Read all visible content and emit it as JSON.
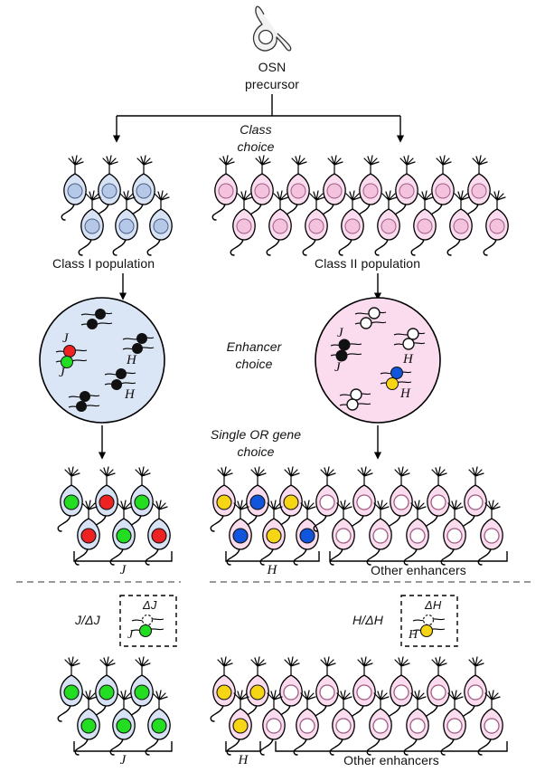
{
  "figure": {
    "title": "OSN differentiation: class choice, enhancer choice and single OR gene choice",
    "background": "#ffffff"
  },
  "labels": {
    "precursor_line1": "OSN",
    "precursor_line2": "precursor",
    "class_choice_line1": "Class",
    "class_choice_line2": "choice",
    "class_i_population": "Class I population",
    "class_ii_population": "Class II population",
    "enhancer_choice_line1": "Enhancer",
    "enhancer_choice_line2": "choice",
    "single_or_line1": "Single OR gene",
    "single_or_line2": "choice",
    "bracket_j": "J",
    "bracket_h": "H",
    "bracket_other": "Other enhancers",
    "mutant_j": "J/ΔJ",
    "mutant_h": "H/ΔH",
    "delta_j": "ΔJ",
    "delta_h": "ΔH",
    "allele_j": "J",
    "allele_h": "H",
    "nucleus_j_top": "J",
    "nucleus_j_bottom": "J",
    "nucleus_h_top": "H",
    "nucleus_h_bottom": "H"
  },
  "colors": {
    "class_i_body": "#d7e2f4",
    "class_i_nucleus": "#b6c8e8",
    "class_ii_body": "#fadcee",
    "class_ii_nucleus": "#f3c3de",
    "class_i_circle": "#dae5f6",
    "class_ii_circle": "#fbdcef",
    "outline": "#000000",
    "red": "#ee2222",
    "green": "#22dd22",
    "blue": "#1155dd",
    "yellow": "#f5d514",
    "black": "#111111",
    "white": "#ffffff",
    "divider": "#999999"
  },
  "chart_data": {
    "type": "diagram",
    "title": "OSN precursor lineage diagram",
    "stages": [
      {
        "name": "OSN precursor",
        "count": 1
      },
      {
        "name": "Class choice",
        "branches": [
          "Class I population",
          "Class II population"
        ]
      },
      {
        "name": "Class I population",
        "neuron_count": 6,
        "nucleus_color": "#b6c8e8"
      },
      {
        "name": "Class II population",
        "neuron_count": 16,
        "nucleus_color": "#f3c3de"
      },
      {
        "name": "Enhancer choice",
        "nuclei": [
          {
            "class": "I",
            "fill": "#dae5f6",
            "enhancers": "filled black",
            "labeled": [
              "J red",
              "J green",
              "H black",
              "H black"
            ]
          },
          {
            "class": "II",
            "fill": "#fbdcef",
            "enhancers": "open white",
            "labeled": [
              "J black",
              "J black",
              "H blue",
              "H yellow"
            ]
          }
        ]
      },
      {
        "name": "Single OR gene choice",
        "wildtype_rows": [
          {
            "class": "I",
            "group": "J",
            "nuclei": [
              "green",
              "red",
              "green",
              "red",
              "green",
              "red"
            ]
          },
          {
            "class": "II",
            "group": "H",
            "nuclei": [
              "yellow",
              "blue",
              "yellow",
              "blue",
              "yellow",
              "blue"
            ]
          },
          {
            "class": "II",
            "group": "Other enhancers",
            "nuclei": [
              "open",
              "open",
              "open",
              "open",
              "open",
              "open",
              "open",
              "open",
              "open",
              "open"
            ]
          }
        ]
      },
      {
        "name": "Mutant J/ΔJ and H/ΔH",
        "mutant_rows": [
          {
            "class": "I",
            "group": "J",
            "nuclei": [
              "green",
              "green",
              "green",
              "green",
              "green",
              "green"
            ]
          },
          {
            "class": "II",
            "group": "H",
            "nuclei": [
              "yellow",
              "yellow",
              "yellow"
            ]
          },
          {
            "class": "II",
            "group": "Other enhancers",
            "nuclei": [
              "open",
              "open",
              "open",
              "open",
              "open",
              "open",
              "open",
              "open",
              "open",
              "open"
            ]
          }
        ]
      }
    ]
  }
}
